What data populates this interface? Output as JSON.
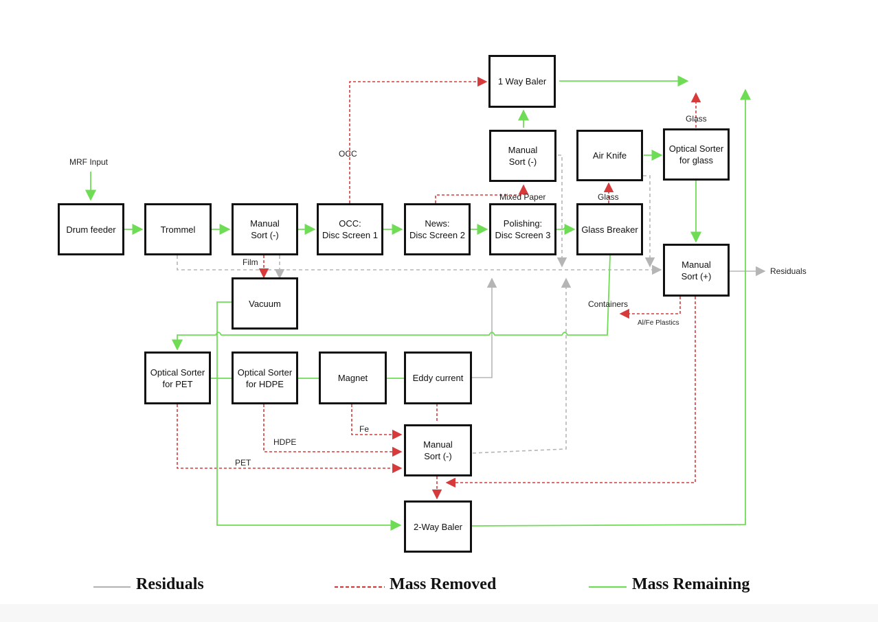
{
  "colors": {
    "residuals": "#b5b5b5",
    "mass_removed": "#d63a3a",
    "mass_remaining": "#6fdc55",
    "box_border": "#111111"
  },
  "nodes": {
    "drum_feeder": "Drum feeder",
    "trommel": "Trommel",
    "manual_sort_1": "Manual\nSort (-)",
    "occ_disc_screen_1": "OCC:\nDisc Screen 1",
    "news_disc_screen_2": "News:\nDisc Screen 2",
    "polishing_disc_screen_3": "Polishing:\nDisc Screen 3",
    "glass_breaker": "Glass Breaker",
    "one_way_baler": "1 Way Baler",
    "manual_sort_2": "Manual\nSort (-)",
    "air_knife": "Air Knife",
    "optical_sorter_glass": "Optical Sorter\nfor glass",
    "manual_sort_plus": "Manual\nSort (+)",
    "vacuum": "Vacuum",
    "optical_sorter_pet": "Optical Sorter\nfor PET",
    "optical_sorter_hdpe": "Optical Sorter\nfor HDPE",
    "magnet": "Magnet",
    "eddy_current": "Eddy current",
    "manual_sort_3": "Manual\nSort (-)",
    "two_way_baler": "2-Way Baler"
  },
  "labels": {
    "mrf_input": "MRF Input",
    "occ": "OCC",
    "mixed_paper": "Mixed Paper",
    "glass_top": "Glass",
    "glass_mid": "Glass",
    "film": "Film",
    "containers": "Containers",
    "al_fe_plastics": "Al/Fe Plastics",
    "residuals_out": "Residuals",
    "fe": "Fe",
    "hdpe": "HDPE",
    "pet": "PET"
  },
  "legend": {
    "residuals": "Residuals",
    "mass_removed": "Mass Removed",
    "mass_remaining": "Mass Remaining"
  }
}
